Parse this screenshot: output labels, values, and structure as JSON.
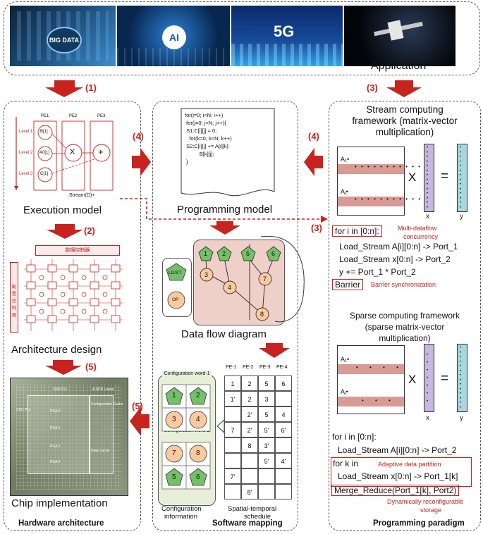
{
  "application": {
    "label": "Application",
    "images": [
      {
        "name": "data-center",
        "text": "BIG DATA",
        "colors": [
          "#0d2236",
          "#3f8fd0"
        ]
      },
      {
        "name": "ai-network",
        "text": "AI",
        "colors": [
          "#07274f",
          "#2c7fd6"
        ]
      },
      {
        "name": "5g-city",
        "text": "5G",
        "colors": [
          "#0a2a6a",
          "#2fa6e8"
        ]
      },
      {
        "name": "satellite",
        "text": "",
        "colors": [
          "#020408",
          "#2a3a55"
        ]
      }
    ]
  },
  "arrows": {
    "step1": "(1)",
    "step2": "(2)",
    "step3a": "(3)",
    "step3b": "(3)",
    "step4a": "(4)",
    "step4b": "(4)",
    "step5a": "(5)",
    "step5b": "(5)"
  },
  "hardware": {
    "title": "Hardware architecture",
    "execution_model": {
      "caption": "Execution model",
      "pe_labels": [
        "PE1",
        "PE2",
        "PE3"
      ],
      "levels": [
        "Level 1",
        "Level 2",
        "Level 3"
      ],
      "nodes": [
        "B[1]",
        "A0[1]",
        "C[1]",
        "X",
        "+"
      ],
      "stream_label": "Stream(D)+"
    },
    "architecture": {
      "caption": "Architecture design",
      "controller": "数据控制器",
      "side_controller": "配置控制器"
    },
    "chip": {
      "caption": "Chip implementation",
      "regions": [
        "DDR PLL",
        "A DDR Lanes",
        "CPU PLL",
        "PGA 0",
        "PGA 1",
        "PGA 2",
        "PGA 3",
        "Configuration Cache",
        "Data Cache"
      ]
    }
  },
  "software": {
    "title": "Software mapping",
    "programming_model": {
      "caption": "Programming model",
      "code": [
        "for(i=0; i<N; i++)",
        " for(j=0; j<N; j++){",
        " S1:C[i][j] = 0;",
        "   for(k=0; k<N; k++)",
        " S2:C[i][j] += A[i][k]·",
        "          B[k][j];",
        " }"
      ]
    },
    "dataflow": {
      "caption": "Data flow diagram",
      "legend_ldst": "LD/ST",
      "legend_op": "OP",
      "nodes": [
        "1",
        "2",
        "3",
        "4",
        "5",
        "6",
        "7",
        "8"
      ]
    },
    "configuration": {
      "caption_lines": [
        "Configuration",
        "information"
      ],
      "word1": "Configuration word-1",
      "word2": "Configuration word-2",
      "word1_nodes": [
        "1",
        "2",
        "3",
        "4"
      ],
      "word2_nodes": [
        "7",
        "8",
        "5",
        "6"
      ],
      "pe_tags": [
        "PE-1",
        "PE-2",
        "PE-3",
        "PE-4"
      ]
    },
    "schedule": {
      "caption_lines": [
        "Spatial-temporal",
        "schedule"
      ],
      "headers": [
        "PE-1",
        "PE-2",
        "PE-3",
        "PE-4"
      ],
      "rows": [
        [
          "1",
          "2",
          "5",
          "6"
        ],
        [
          "1'",
          "2",
          "3",
          ""
        ],
        [
          "",
          "2'",
          "5",
          "4"
        ],
        [
          "7",
          "2'",
          "5'",
          "6'"
        ],
        [
          "",
          "8",
          "3'",
          ""
        ],
        [
          "",
          "",
          "5'",
          "4'"
        ],
        [
          "7'",
          "",
          "",
          ""
        ],
        [
          "",
          "8'",
          "",
          ""
        ]
      ]
    }
  },
  "programming": {
    "title": "Programming paradigm",
    "stream": {
      "title_lines": [
        "Stream computing",
        "framework (matrix-vector",
        "multiplication)"
      ],
      "row_labels": [
        "A₁•",
        "Aⱼ•"
      ],
      "op_times": "X",
      "op_equals": "=",
      "vec_x": "x",
      "vec_y": "y",
      "code": [
        "for i in [0:n]:",
        "Load_Stream A[i][0:n] -> Port_1",
        "Load_Stream x[0:n] -> Port_2",
        "y += Port_1 * Port_2",
        "Barrier"
      ],
      "annot_multi": [
        "Multi-dataflow",
        "concurrency"
      ],
      "annot_barrier": "Barrier synchronization"
    },
    "sparse": {
      "title_lines": [
        "Sparse computing framework",
        "(sparse matrix-vector",
        "multiplication)"
      ],
      "row_labels": [
        "A₁•",
        "Aⱼ•"
      ],
      "op_times": "X",
      "op_equals": "=",
      "vec_x": "x",
      "vec_y": "y",
      "code": [
        "for i in [0:n]:",
        "Load_Stream A[i][0:n] -> Port_2",
        "for k in",
        "Load_Stream x[0:n] -> Port_1[k]",
        "Merge_Reduce(Port_1[k], Port2)"
      ],
      "annot_adaptive": "Adaptive data partition",
      "annot_dynamic": [
        "Dynamically reconfigurable",
        "storage"
      ]
    }
  }
}
